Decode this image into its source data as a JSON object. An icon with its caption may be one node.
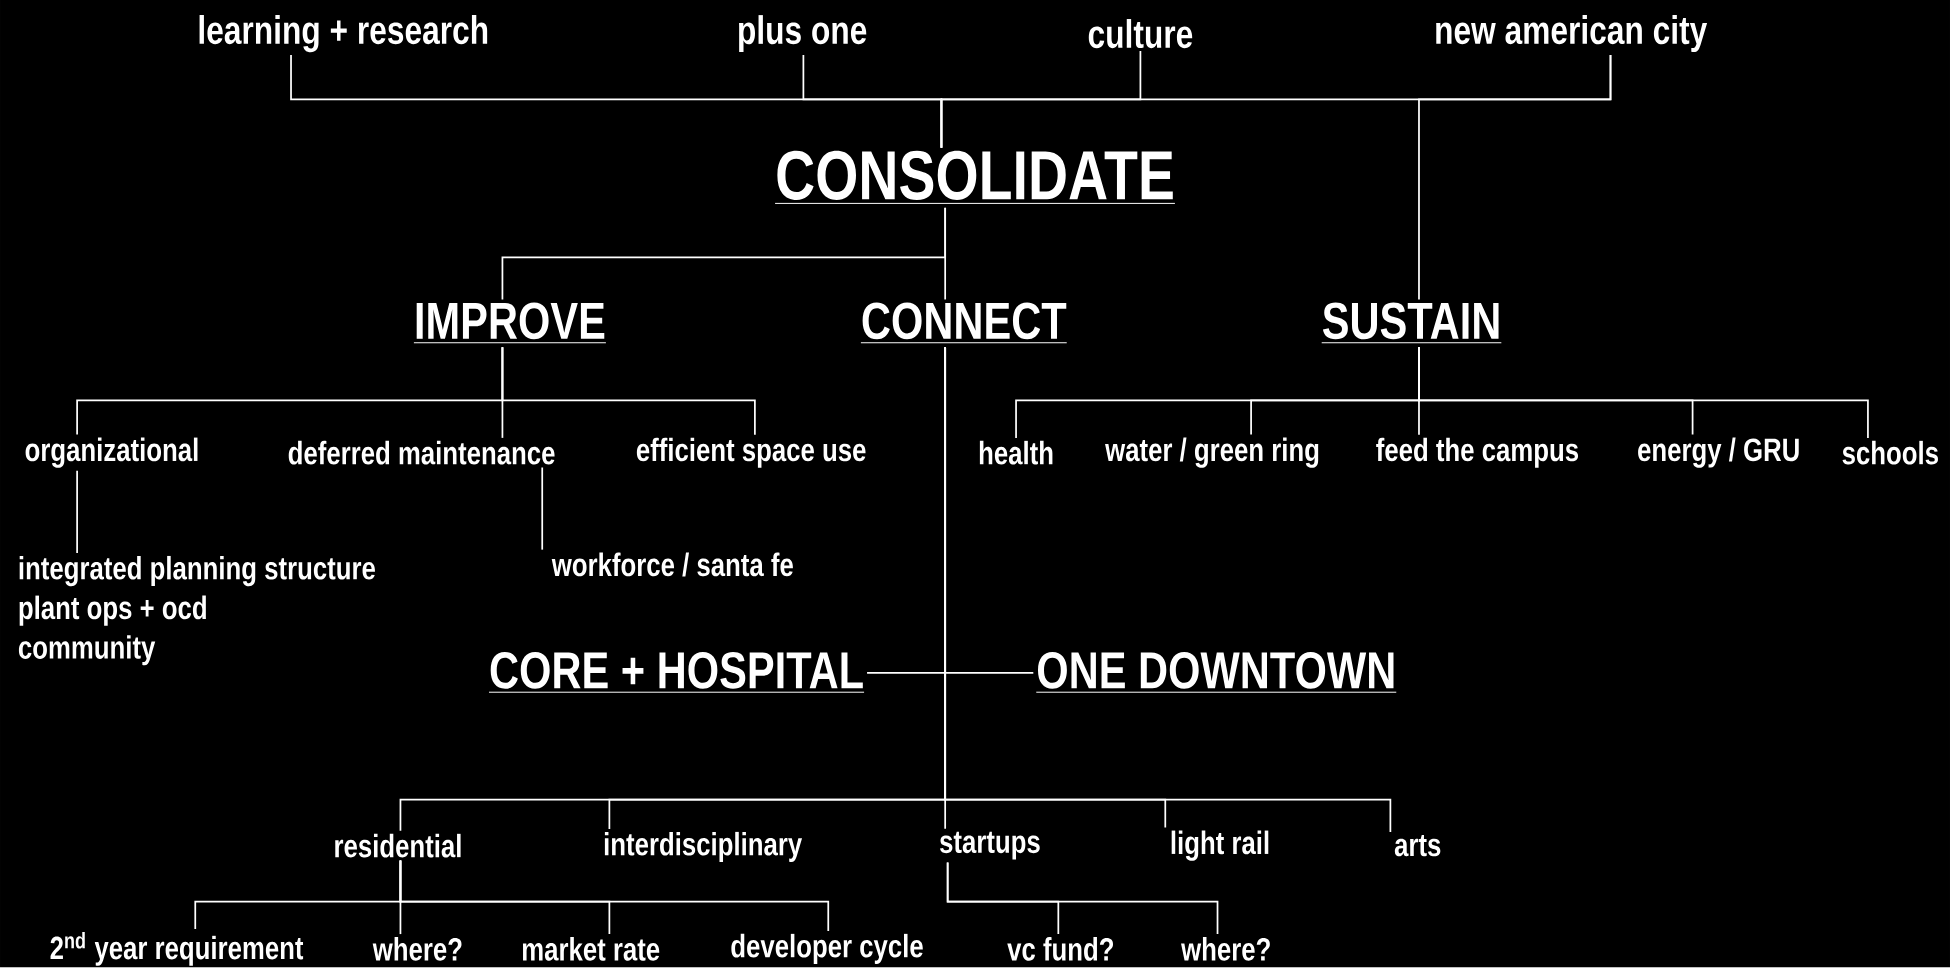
{
  "diagram": {
    "nodes": [
      {
        "text": [
          "learning + research"
        ]
      },
      {
        "text": [
          "plus one"
        ]
      },
      {
        "text": [
          "culture"
        ]
      },
      {
        "text": [
          "new american city"
        ]
      },
      {
        "text": [
          "CONSOLIDATE"
        ]
      },
      {
        "text": [
          "IMPROVE"
        ]
      },
      {
        "text": [
          "CONNECT"
        ]
      },
      {
        "text": [
          "SUSTAIN"
        ]
      },
      {
        "text": [
          "organizational"
        ]
      },
      {
        "text": [
          "deferred maintenance"
        ]
      },
      {
        "text": [
          "efficient space use"
        ]
      },
      {
        "text": [
          "health"
        ]
      },
      {
        "text": [
          "water / green ring"
        ]
      },
      {
        "text": [
          "feed the campus"
        ]
      },
      {
        "text": [
          "energy / GRU"
        ]
      },
      {
        "text": [
          "schools"
        ]
      },
      {
        "text": [
          "integrated planning structure",
          "plant ops + ocd",
          "community"
        ]
      },
      {
        "text": [
          "workforce / santa fe"
        ]
      },
      {
        "text": [
          "CORE + HOSPITAL"
        ]
      },
      {
        "text": [
          "ONE DOWNTOWN"
        ]
      },
      {
        "text": [
          "residential"
        ]
      },
      {
        "text": [
          "interdisciplinary"
        ]
      },
      {
        "text": [
          "startups"
        ]
      },
      {
        "text": [
          "light rail"
        ]
      },
      {
        "text": [
          "arts"
        ]
      },
      {
        "text": [
          "2$^{nd}$ year requirement"
        ]
      },
      {
        "text": [
          "where?"
        ]
      },
      {
        "text": [
          "market rate"
        ]
      },
      {
        "text": [
          "developer cycle"
        ]
      },
      {
        "text": [
          "vc fund?"
        ]
      },
      {
        "text": [
          "where?"
        ]
      }
    ],
    "edges": [
      {
        "from": 0,
        "to": 4,
        "arrow": "none"
      },
      {
        "from": 1,
        "to": 4,
        "arrow": "none"
      },
      {
        "from": 2,
        "to": 4,
        "arrow": "none"
      },
      {
        "from": 3,
        "to": 4,
        "arrow": "none"
      },
      {
        "from": 3,
        "to": 7,
        "arrow": "none"
      },
      {
        "from": 4,
        "to": 5,
        "arrow": "none"
      },
      {
        "from": 4,
        "to": 6,
        "arrow": "none"
      },
      {
        "from": 5,
        "to": 8,
        "arrow": "none"
      },
      {
        "from": 5,
        "to": 9,
        "arrow": "none"
      },
      {
        "from": 5,
        "to": 10,
        "arrow": "none"
      },
      {
        "from": 7,
        "to": 11,
        "arrow": "none"
      },
      {
        "from": 7,
        "to": 12,
        "arrow": "none"
      },
      {
        "from": 7,
        "to": 13,
        "arrow": "none"
      },
      {
        "from": 7,
        "to": 14,
        "arrow": "none"
      },
      {
        "from": 7,
        "to": 15,
        "arrow": "none"
      },
      {
        "from": 8,
        "to": 16,
        "arrow": "none"
      },
      {
        "from": 9,
        "to": 17,
        "arrow": "none"
      },
      {
        "from": 18,
        "to": 19,
        "arrow": "none"
      },
      {
        "from": 6,
        "to": 20,
        "arrow": "none"
      },
      {
        "from": 6,
        "to": 21,
        "arrow": "none"
      },
      {
        "from": 6,
        "to": 22,
        "arrow": "none"
      },
      {
        "from": 6,
        "to": 23,
        "arrow": "none"
      },
      {
        "from": 6,
        "to": 24,
        "arrow": "none"
      },
      {
        "from": 20,
        "to": 25,
        "arrow": "none"
      },
      {
        "from": 20,
        "to": 26,
        "arrow": "none"
      },
      {
        "from": 20,
        "to": 27,
        "arrow": "none"
      },
      {
        "from": 20,
        "to": 28,
        "arrow": "none"
      },
      {
        "from": 22,
        "to": 29,
        "arrow": "none"
      },
      {
        "from": 22,
        "to": 30,
        "arrow": "none"
      }
    ]
  }
}
